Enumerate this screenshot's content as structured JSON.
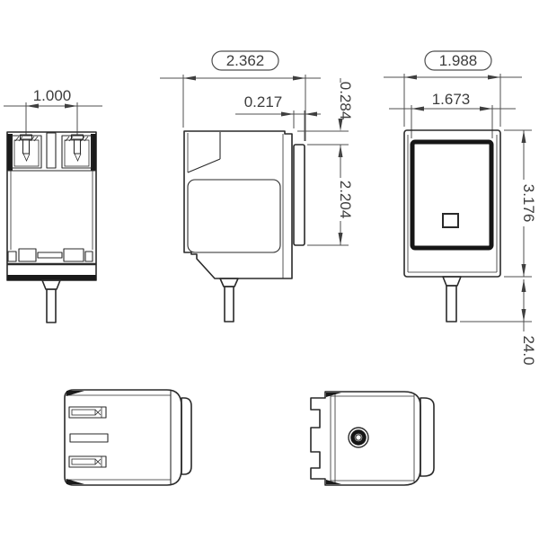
{
  "drawing": {
    "colors": {
      "background": "#ffffff",
      "outline": "#2a2a2a",
      "dimension_line": "#4f4f4f",
      "dimension_text": "#3d3d3d",
      "thick_fill": "#1a1a1a"
    },
    "dimensions": {
      "prong_spacing": "1.000",
      "overall_depth": "2.362",
      "plate_thickness": "0.217",
      "plate_offset": "0.284",
      "plate_height": "2.204",
      "overall_width": "1.988",
      "face_width": "1.673",
      "body_height": "3.176",
      "cable_length": "24.0"
    }
  }
}
